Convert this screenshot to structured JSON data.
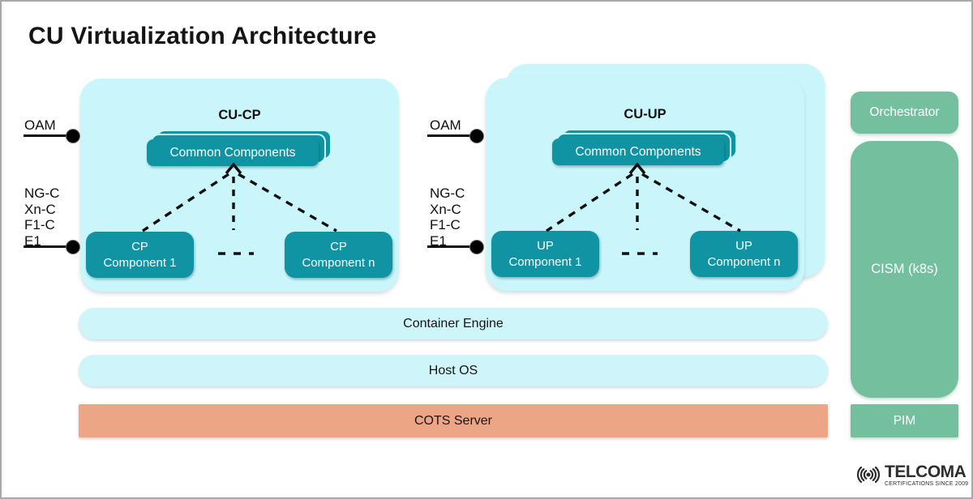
{
  "title": "CU Virtualization Architecture",
  "cu_cp": {
    "label": "CU-CP",
    "common_components": "Common Components",
    "component_1": [
      "CP",
      "Component 1"
    ],
    "component_n": [
      "CP",
      "Component n"
    ],
    "oam": "OAM",
    "interfaces": [
      "NG-C",
      "Xn-C",
      "F1-C",
      "E1"
    ]
  },
  "cu_up": {
    "label": "CU-UP",
    "common_components": "Common Components",
    "component_1": [
      "UP",
      "Component 1"
    ],
    "component_n": [
      "UP",
      "Component n"
    ],
    "oam": "OAM",
    "interfaces": [
      "NG-C",
      "Xn-C",
      "F1-C",
      "E1"
    ]
  },
  "management": {
    "orchestrator": "Orchestrator",
    "cism": "CISM (k8s)",
    "pim": "PIM"
  },
  "platform": {
    "container_engine": "Container Engine",
    "host_os": "Host OS",
    "cots_server": "COTS Server"
  },
  "logo": {
    "brand": "TELCOMA",
    "tagline": "CERTIFICATIONS SINCE 2009"
  },
  "colors": {
    "teal": "#1094a3",
    "panel_cyan": "#c9f6fa",
    "bar_cyan": "#cdf5fa",
    "green": "#74c09e",
    "salmon": "#eca686",
    "line_black": "#111111"
  }
}
